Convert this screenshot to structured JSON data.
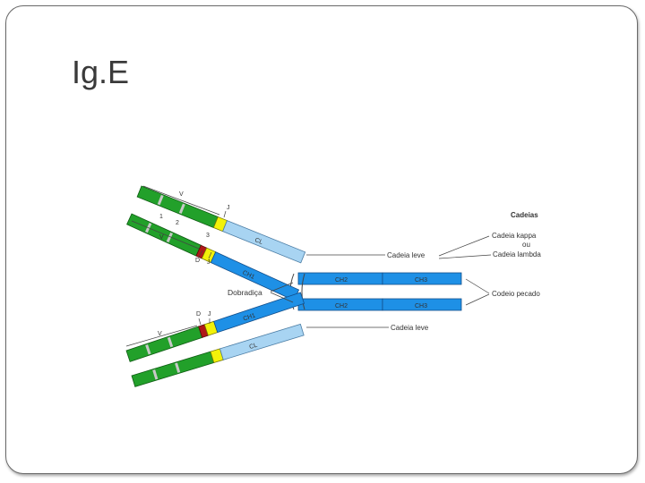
{
  "slide": {
    "title": "Ig.E"
  },
  "diagram": {
    "legend": {
      "heading": "Cadeias",
      "kappa": "Cadeia kappa",
      "or": "ou",
      "lambda": "Cadeia lambda"
    },
    "labels": {
      "light_chain_top": "Cadeia leve",
      "light_chain_bottom": "Cadeia leve",
      "hinge": "Dobradiça",
      "heavy_chain": "Codeio pecado"
    },
    "segments": {
      "v_top1": "V",
      "v_top2": "V",
      "v_bottom": "V",
      "j_top": "J",
      "d_top": "D",
      "j_top2": "J",
      "d_bottom": "D",
      "j_bottom": "J",
      "n1": "1",
      "n2": "2",
      "n3": "3",
      "cl_top": "CL",
      "ch1_top": "CH1",
      "ch1_bottom": "CH1",
      "cl_bottom": "CL",
      "ch2_top": "CH2",
      "ch3_top": "CH3",
      "ch2_bottom": "CH2",
      "ch3_bottom": "CH3"
    },
    "colors": {
      "variable": "#22a02a",
      "joining": "#f2f20a",
      "diversity": "#b01818",
      "light_constant": "#a8d4f2",
      "heavy_constant": "#1e90e6"
    }
  }
}
